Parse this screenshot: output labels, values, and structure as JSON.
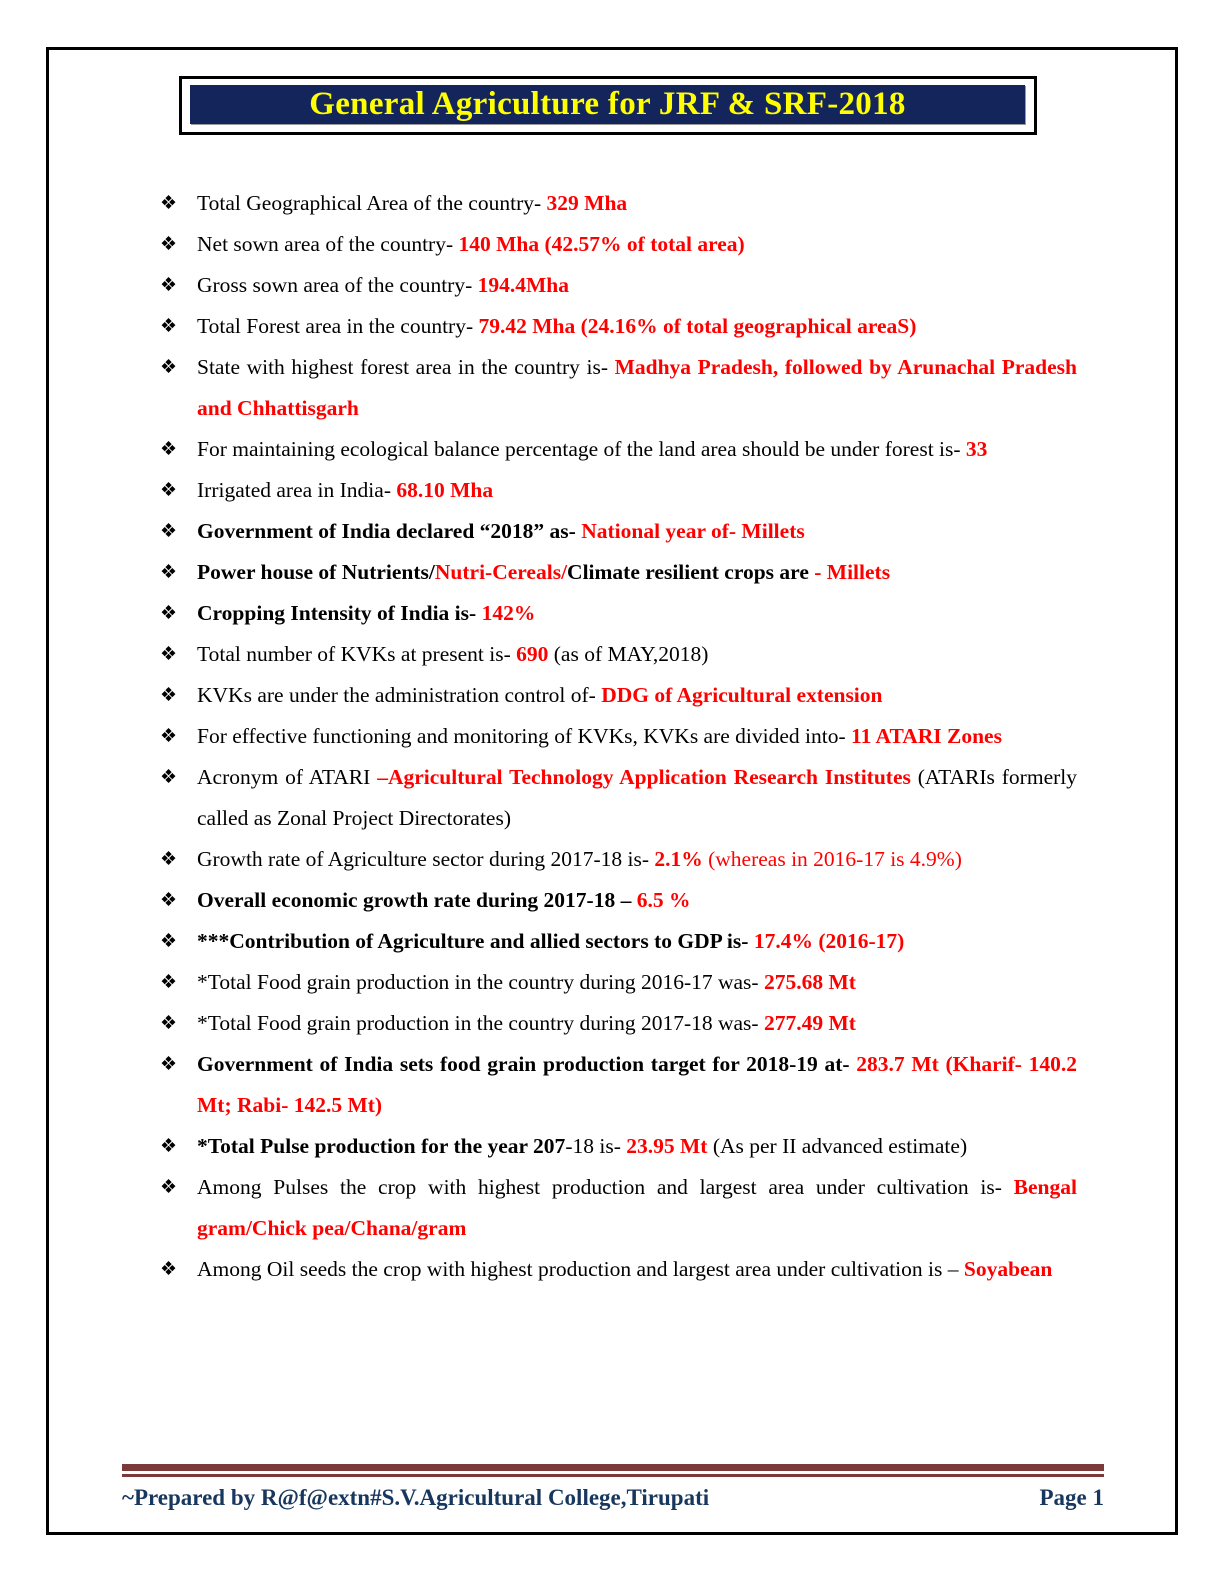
{
  "header": {
    "title": "General Agriculture for JRF & SRF-2018",
    "banner_bg": "#14255C",
    "title_color": "#FFFF00",
    "border_color": "#000000"
  },
  "bullet_char": "❖",
  "colors": {
    "highlight_red": "#FF0000",
    "body_black": "#000000",
    "footer_navy": "#17375E",
    "footer_rule_maroon": "#7B3939"
  },
  "bullets": [
    {
      "segments": [
        {
          "text": "Total Geographical Area of the country- ",
          "color": "black",
          "bold": false
        },
        {
          "text": "329 Mha",
          "color": "red",
          "bold": true
        }
      ]
    },
    {
      "segments": [
        {
          "text": "Net sown area of the country- ",
          "color": "black",
          "bold": false
        },
        {
          "text": "140 Mha (42.57% of total area)",
          "color": "red",
          "bold": true
        }
      ]
    },
    {
      "segments": [
        {
          "text": "Gross sown area of the country- ",
          "color": "black",
          "bold": false
        },
        {
          "text": "194.4Mha",
          "color": "red",
          "bold": true
        }
      ]
    },
    {
      "segments": [
        {
          "text": "Total Forest area in the country- ",
          "color": "black",
          "bold": false
        },
        {
          "text": "79.42 Mha (24.16% of total geographical areaS)",
          "color": "red",
          "bold": true
        }
      ]
    },
    {
      "segments": [
        {
          "text": "State with highest forest area in the country is- ",
          "color": "black",
          "bold": false
        },
        {
          "text": "Madhya Pradesh, followed by Arunachal Pradesh and Chhattisgarh",
          "color": "red",
          "bold": true
        }
      ]
    },
    {
      "segments": [
        {
          "text": "For maintaining ecological balance percentage of the land area should be under forest is- ",
          "color": "black",
          "bold": false
        },
        {
          "text": "33",
          "color": "red",
          "bold": true
        }
      ]
    },
    {
      "segments": [
        {
          "text": "Irrigated area in India- ",
          "color": "black",
          "bold": false
        },
        {
          "text": "68.10 Mha",
          "color": "red",
          "bold": true
        }
      ]
    },
    {
      "segments": [
        {
          "text": "Government of India declared “2018” as- ",
          "color": "black",
          "bold": true
        },
        {
          "text": "National year of- Millets",
          "color": "red",
          "bold": true
        }
      ]
    },
    {
      "segments": [
        {
          "text": "Power house of Nutrients/",
          "color": "black",
          "bold": true
        },
        {
          "text": "Nutri-Cereals/",
          "color": "red",
          "bold": true
        },
        {
          "text": "Climate resilient crops are ",
          "color": "black",
          "bold": true
        },
        {
          "text": "- Millets",
          "color": "red",
          "bold": true
        }
      ]
    },
    {
      "segments": [
        {
          "text": "Cropping Intensity of India is- ",
          "color": "black",
          "bold": true
        },
        {
          "text": "142%",
          "color": "red",
          "bold": true
        }
      ]
    },
    {
      "segments": [
        {
          "text": "Total number of KVKs at present is- ",
          "color": "black",
          "bold": false
        },
        {
          "text": "690",
          "color": "red",
          "bold": true
        },
        {
          "text": " (as of MAY,2018)",
          "color": "black",
          "bold": false
        }
      ]
    },
    {
      "segments": [
        {
          "text": "KVKs are under the administration control of- ",
          "color": "black",
          "bold": false
        },
        {
          "text": "DDG of Agricultural extension",
          "color": "red",
          "bold": true
        }
      ]
    },
    {
      "segments": [
        {
          "text": "For effective functioning and monitoring of KVKs, KVKs are divided into- ",
          "color": "black",
          "bold": false
        },
        {
          "text": "11 ATARI Zones",
          "color": "red",
          "bold": true
        }
      ]
    },
    {
      "segments": [
        {
          "text": "Acronym of ATARI ",
          "color": "black",
          "bold": false
        },
        {
          "text": "–Agricultural Technology Application Research Institutes",
          "color": "red",
          "bold": true
        },
        {
          "text": " (ATARIs formerly called as Zonal Project Directorates)",
          "color": "black",
          "bold": false
        }
      ]
    },
    {
      "segments": [
        {
          "text": "Growth rate of Agriculture sector during 2017-18 is- ",
          "color": "black",
          "bold": false
        },
        {
          "text": "2.1%",
          "color": "red",
          "bold": true
        },
        {
          "text": " (whereas in 2016-17 is 4.9%)",
          "color": "red",
          "bold": false
        }
      ]
    },
    {
      "segments": [
        {
          "text": "Overall economic growth rate during 2017-18 – ",
          "color": "black",
          "bold": true
        },
        {
          "text": "6.5 %",
          "color": "red",
          "bold": true
        }
      ]
    },
    {
      "segments": [
        {
          "text": "***Contribution of Agriculture and allied sectors to GDP is- ",
          "color": "black",
          "bold": true
        },
        {
          "text": "17.4% (2016-17)",
          "color": "red",
          "bold": true
        }
      ]
    },
    {
      "segments": [
        {
          "text": "*Total Food grain production in the country during 2016-17 was- ",
          "color": "black",
          "bold": false
        },
        {
          "text": "275.68 Mt",
          "color": "red",
          "bold": true
        }
      ]
    },
    {
      "segments": [
        {
          "text": "*Total Food grain production in the country during 2017-18 was- ",
          "color": "black",
          "bold": false
        },
        {
          "text": "277.49 Mt",
          "color": "red",
          "bold": true
        }
      ]
    },
    {
      "segments": [
        {
          "text": "Government of India sets food grain production target for 2018-19 at- ",
          "color": "black",
          "bold": true
        },
        {
          "text": "283.7 Mt (Kharif- 140.2 Mt; Rabi- 142.5 Mt)",
          "color": "red",
          "bold": true
        }
      ]
    },
    {
      "segments": [
        {
          "text": "*Total Pulse production for the year 207",
          "color": "black",
          "bold": true
        },
        {
          "text": "-18 is- ",
          "color": "black",
          "bold": false
        },
        {
          "text": "23.95 Mt",
          "color": "red",
          "bold": true
        },
        {
          "text": " (As per II advanced estimate)",
          "color": "black",
          "bold": false
        }
      ]
    },
    {
      "segments": [
        {
          "text": "Among Pulses the crop with highest production and largest area under cultivation is- ",
          "color": "black",
          "bold": false
        },
        {
          "text": "Bengal gram/Chick pea/Chana/gram",
          "color": "red",
          "bold": true
        }
      ]
    },
    {
      "segments": [
        {
          "text": "Among Oil seeds the crop with highest production and largest area under cultivation is – ",
          "color": "black",
          "bold": false
        },
        {
          "text": "Soyabean",
          "color": "red",
          "bold": true
        }
      ]
    }
  ],
  "footer": {
    "prepared_by": "~Prepared by R@f@extn#S.V.Agricultural College,Tirupati",
    "page_label": "Page 1"
  }
}
